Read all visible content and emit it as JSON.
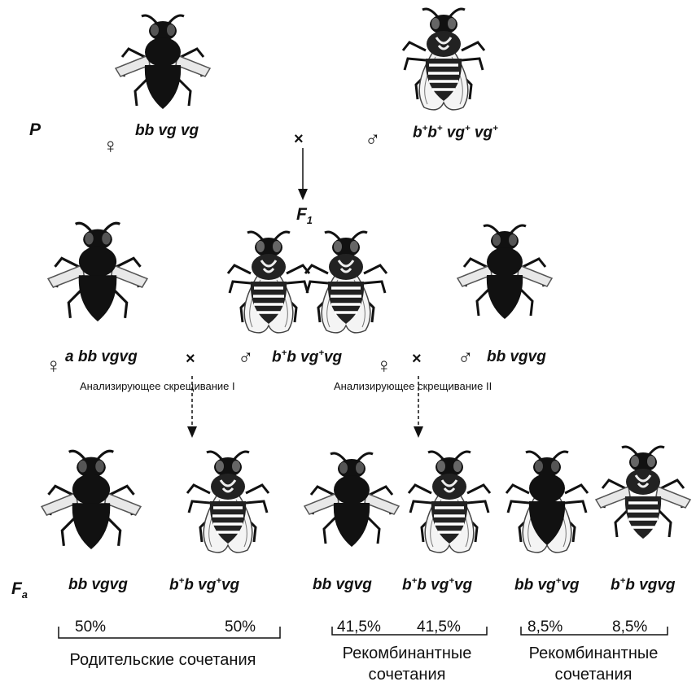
{
  "generations": {
    "p": "P",
    "f1": "F",
    "f1_sub": "1",
    "fa": "F",
    "fa_sub": "a"
  },
  "symbols": {
    "female": "♀",
    "male": "♂",
    "cross": "×"
  },
  "parents": {
    "female_genotype": "bb vg vg",
    "male_genotype_html": "b<sup>+</sup>b<sup>+</sup> vg<sup>+</sup> vg<sup>+</sup>"
  },
  "cross1": {
    "female_genotype": "a bb vgvg",
    "male_genotype_html": "b<sup>+</sup>b vg<sup>+</sup>vg",
    "title": "Анализирующее скрещивание I"
  },
  "cross2": {
    "female_genotype": "",
    "male_genotype": "bb vgvg",
    "title": "Анализирующее скрещивание II"
  },
  "offspring": [
    {
      "genotype_html": "bb vgvg",
      "percent": "50%"
    },
    {
      "genotype_html": "b<sup>+</sup>b vg<sup>+</sup>vg",
      "percent": "50%"
    },
    {
      "genotype_html": "bb vgvg",
      "percent": "41,5%"
    },
    {
      "genotype_html": "b<sup>+</sup>b vg<sup>+</sup>vg",
      "percent": "41,5%"
    },
    {
      "genotype_html": "bb vg<sup>+</sup>vg",
      "percent": "8,5%"
    },
    {
      "genotype_html": "b<sup>+</sup>b vgvg",
      "percent": "8,5%"
    }
  ],
  "captions": {
    "parental": "Родительские сочетания",
    "recomb1_line1": "Рекомбинантные",
    "recomb1_line2": "сочетания",
    "recomb2_line1": "Рекомбинантные",
    "recomb2_line2": "сочетания"
  },
  "flies": [
    {
      "phenotype": "black body, short wings"
    },
    {
      "phenotype": "grey body, long wings"
    },
    {
      "phenotype": "black body, short wings"
    },
    {
      "phenotype": "grey body, long wings"
    },
    {
      "phenotype": "grey body, long wings"
    },
    {
      "phenotype": "black body, short wings"
    },
    {
      "phenotype": "black body, short wings"
    },
    {
      "phenotype": "grey body, long wings"
    },
    {
      "phenotype": "black body, short wings"
    },
    {
      "phenotype": "grey body, long wings"
    },
    {
      "phenotype": "black body, long wings"
    },
    {
      "phenotype": "grey body, short wings"
    }
  ]
}
